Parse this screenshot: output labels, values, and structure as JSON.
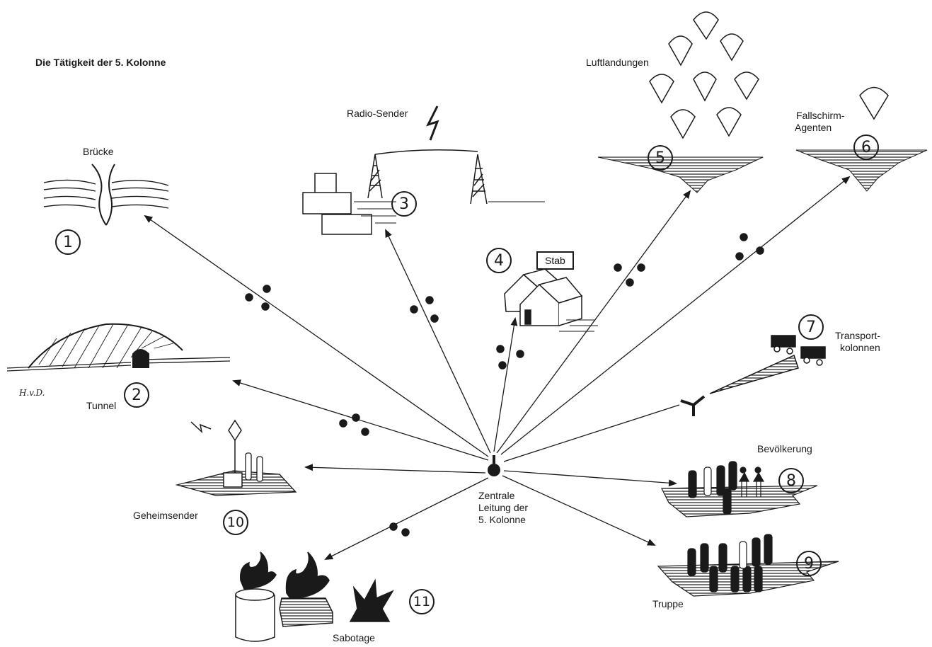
{
  "title": "Die Tätigkeit der 5. Kolonne",
  "center": {
    "line1": "Zentrale",
    "line2": "Leitung der",
    "line3": "5. Kolonne"
  },
  "targets": [
    {
      "number": "1",
      "label": "Brücke"
    },
    {
      "number": "2",
      "label": "Tunnel"
    },
    {
      "number": "3",
      "label": "Radio-Sender"
    },
    {
      "number": "4",
      "label": "Stab"
    },
    {
      "number": "5",
      "label": "Luftlandungen"
    },
    {
      "number": "6",
      "label_line1": "Fallschirm-",
      "label_line2": "Agenten"
    },
    {
      "number": "7",
      "label_line1": "Transport-",
      "label_line2": "kolonnen"
    },
    {
      "number": "8",
      "label": "Bevölkerung"
    },
    {
      "number": "9",
      "label": "Truppe"
    },
    {
      "number": "10",
      "label": "Geheimsender"
    },
    {
      "number": "11",
      "label": "Sabotage"
    }
  ],
  "signature": "H.v.D.",
  "colors": {
    "ink": "#1a1a1a",
    "paper": "#ffffff"
  }
}
